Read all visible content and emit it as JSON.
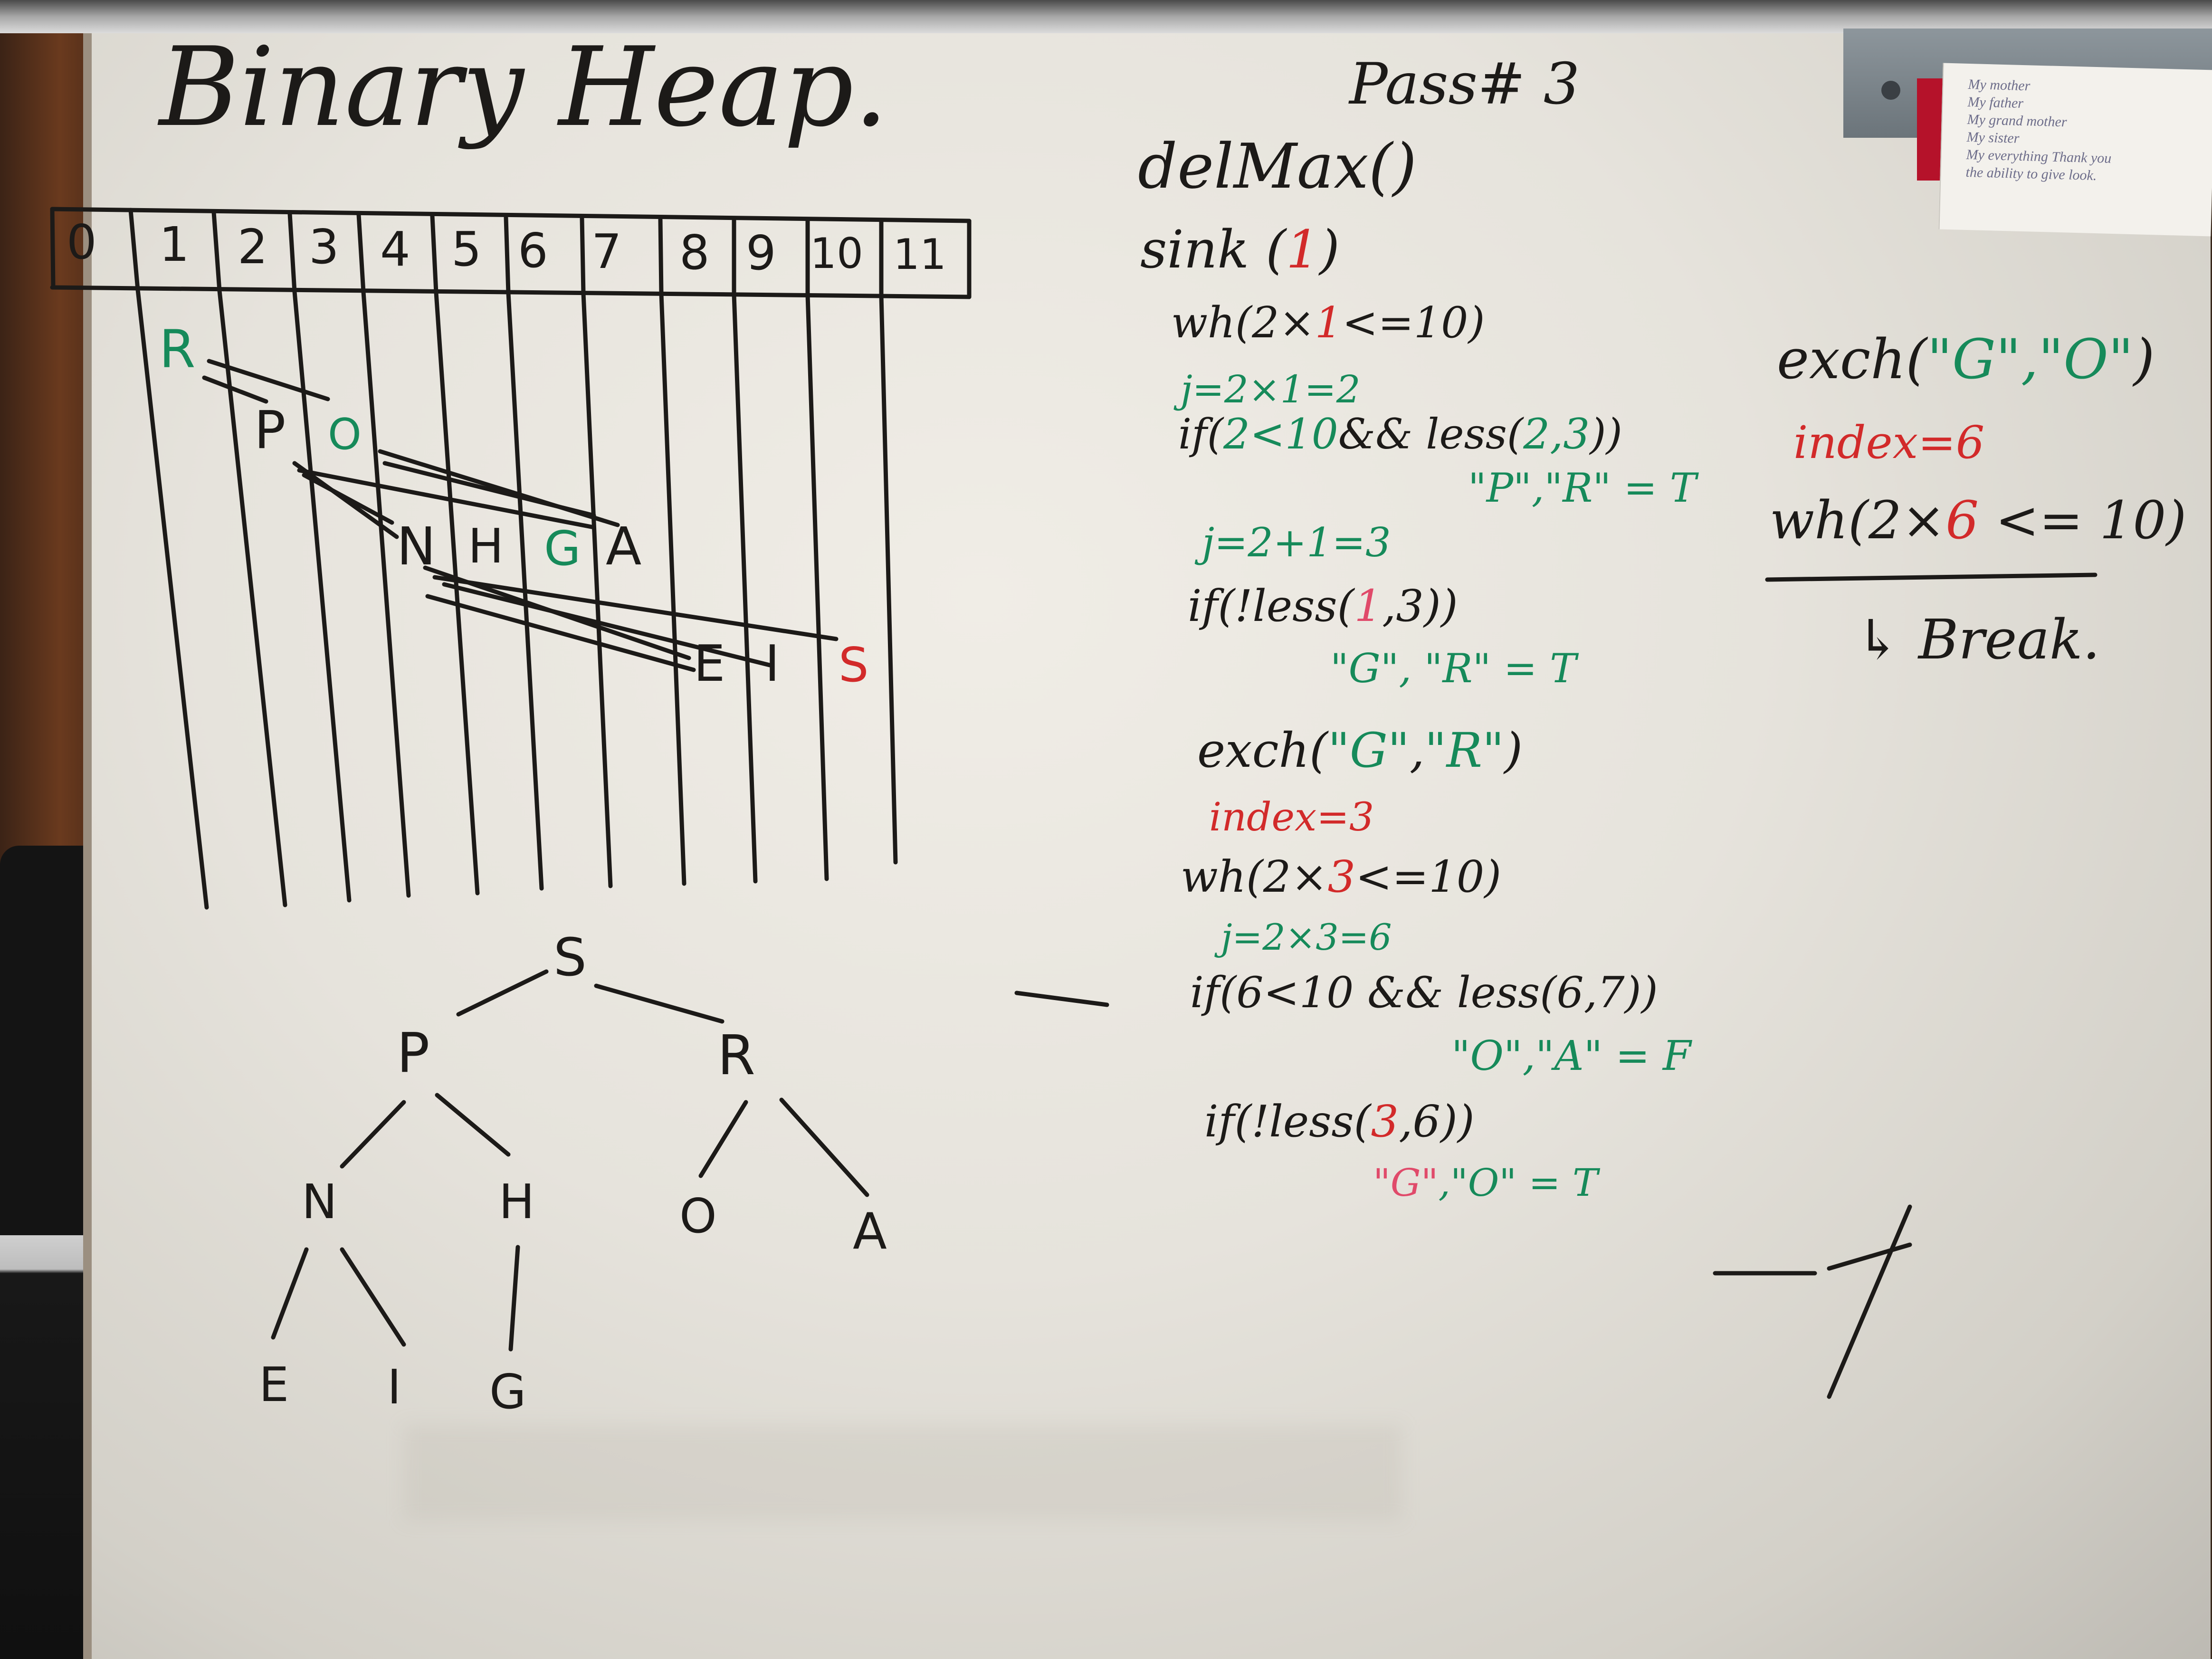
{
  "title": "Binary Heap.",
  "pass_label": "Pass# 3",
  "array": {
    "indices": [
      "0",
      "1",
      "2",
      "3",
      "4",
      "5",
      "6",
      "7",
      "8",
      "9",
      "10",
      "11"
    ],
    "pass1": [
      "R"
    ],
    "pass2": [
      "P",
      "O"
    ],
    "pass3": [
      "N",
      "H",
      "G",
      "A"
    ],
    "pass4": [
      "E",
      "I",
      "S"
    ]
  },
  "tree": {
    "root": "S",
    "left": "P",
    "right": "R",
    "ll": "N",
    "lr": "H",
    "rl": "O",
    "rr": "A",
    "lll": "E",
    "llr": "I",
    "lrl": "G"
  },
  "trace": {
    "l1": "delMax()",
    "l2a": "sink (",
    "l2b": "1",
    "l2c": ")",
    "l3a": "wh(2×",
    "l3b": "1",
    "l3c": "<=10)",
    "l4": "j=2×1=2",
    "l5a": "if(",
    "l5b": "2<10",
    "l5c": "&& less(",
    "l5d": "2,3",
    "l5e": "))",
    "l6": "\"P\",\"R\" = T",
    "l7": "j=2+1=3",
    "l8a": "if(!less(",
    "l8b": "1",
    "l8c": ",3))",
    "l9": "\"G\", \"R\" = T",
    "l10a": "exch(",
    "l10b": "\"G\"",
    "l10c": ",",
    "l10d": "\"R\"",
    "l10e": ")",
    "l11": "index=3",
    "l12a": "wh(2×",
    "l12b": "3",
    "l12c": "<=10)",
    "l13": "j=2×3=6",
    "l14": "if(6<10 && less(6,7))",
    "l15": "\"O\",\"A\" = F",
    "l16a": "if(!less(",
    "l16b": "3",
    "l16c": ",6))",
    "l17a": "\"G\"",
    "l17b": ",\"O\" = T"
  },
  "side": {
    "l1a": "exch(",
    "l1b": "\"G\",\"O\"",
    "l1c": ")",
    "l2": "index=6",
    "l3a": "wh(2×",
    "l3b": "6",
    "l3c": " <= 10)",
    "l4": "↳ Break."
  },
  "note_card": {
    "lines": [
      "My mother",
      "My father",
      "My grand mother",
      "My sister",
      "My everything Thank you",
      "the ability to give look."
    ]
  },
  "colors": {
    "board": "#e8e5de",
    "black_marker": "#1c1a18",
    "green_marker": "#168a5a",
    "red_marker": "#d22a2a"
  }
}
